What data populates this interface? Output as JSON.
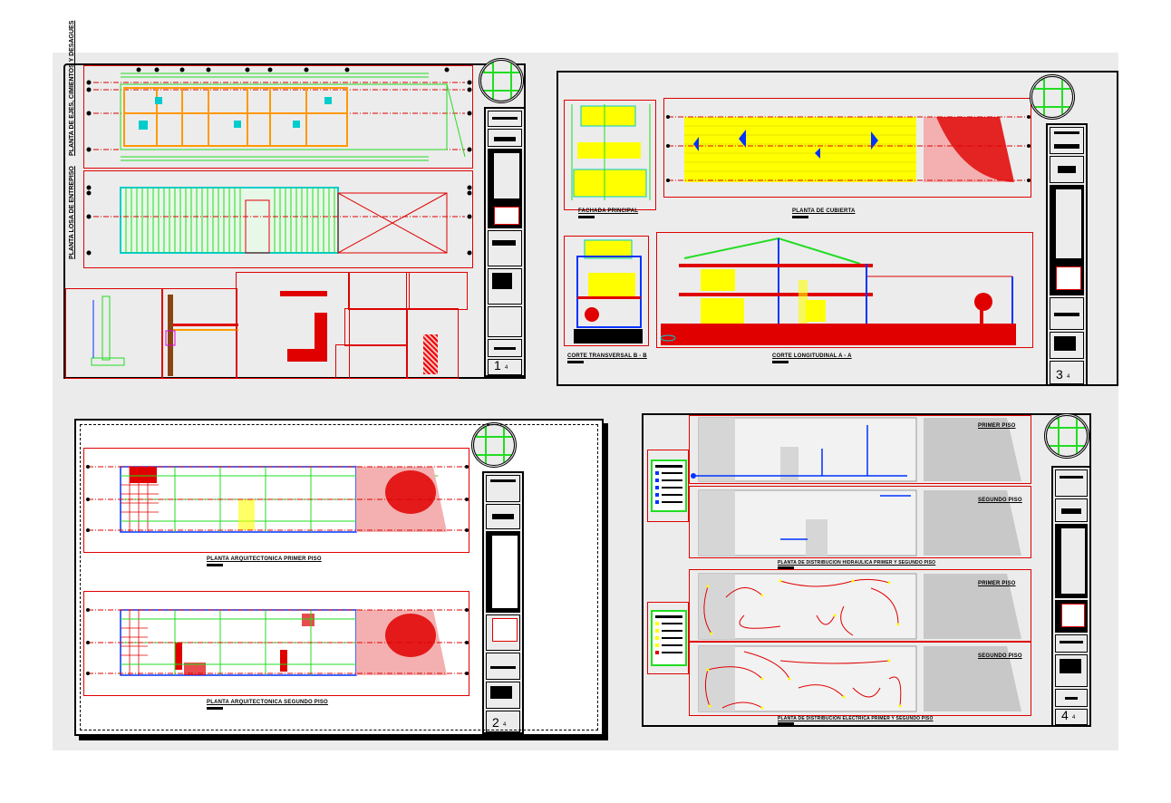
{
  "drawing_set": {
    "background": "#ebebeb",
    "colors": {
      "red_lines": "#e00000",
      "green_lines": "#22dd22",
      "cyan_lines": "#00cccc",
      "yellow_fill": "#ffff00",
      "blue_lines": "#0033ff",
      "orange_lines": "#ff9900",
      "grey_context": "#9a9a9a"
    }
  },
  "sheets": [
    {
      "id": "sheet-1",
      "sheet_number": "1",
      "sheet_total": "4",
      "drawings": [
        {
          "title": "PLANTA DE EJES, CIMIENTOS Y DESAGUES",
          "orientation": "vertical"
        },
        {
          "title": "PLANTA LOSA DE ENTREPISO",
          "orientation": "vertical"
        }
      ],
      "details_count": 9
    },
    {
      "id": "sheet-2",
      "sheet_number": "2",
      "sheet_total": "4",
      "drawings": [
        {
          "title": "PLANTA ARQUITECTONICA PRIMER PISO"
        },
        {
          "title": "PLANTA ARQUITECTONICA SEGUNDO PISO"
        }
      ]
    },
    {
      "id": "sheet-3",
      "sheet_number": "3",
      "sheet_total": "4",
      "drawings": [
        {
          "title": "FACHADA PRINCIPAL"
        },
        {
          "title": "PLANTA DE CUBIERTA"
        },
        {
          "title": "CORTE TRANSVERSAL B - B"
        },
        {
          "title": "CORTE LONGITUDINAL A - A"
        }
      ]
    },
    {
      "id": "sheet-4",
      "sheet_number": "4",
      "sheet_total": "4",
      "drawings": [
        {
          "title": "PLANTA DE DISTRIBUCION HIDRAULICA PRIMER Y SEGUNDO PISO"
        },
        {
          "title": "PLANTA DE DISTRIBUCION ELECTRICA PRIMER Y SEGUNDO PISO"
        }
      ],
      "floor_labels": [
        "PRIMER PISO",
        "SEGUNDO PISO",
        "PRIMER PISO",
        "SEGUNDO PISO"
      ]
    }
  ]
}
